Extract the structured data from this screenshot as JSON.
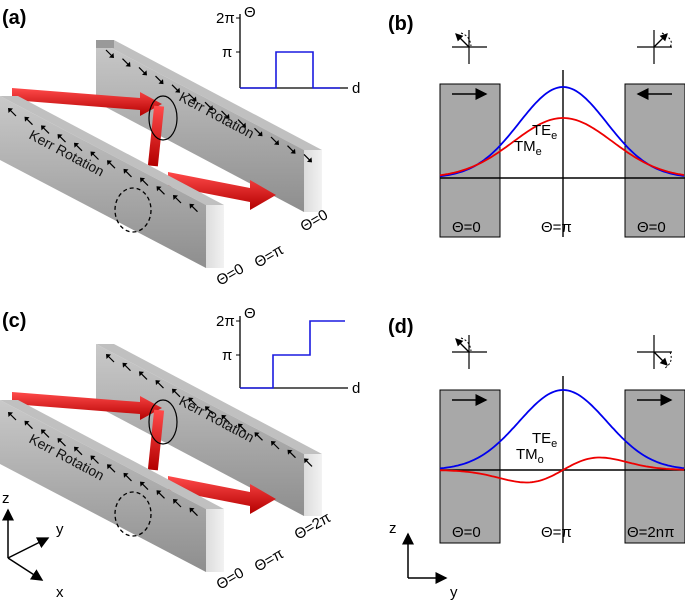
{
  "panels": {
    "a": {
      "label": "(a)",
      "kerr_front": "Kerr Rotation",
      "kerr_back": "Kerr Rotation",
      "inset": {
        "ylabel": "Θ",
        "xlabel": "d",
        "tick_top": "2π",
        "tick_mid": "π"
      },
      "theta_labels": [
        "Θ=0",
        "Θ=π",
        "Θ=0"
      ]
    },
    "b": {
      "label": "(b)",
      "curve_blue": "TE",
      "curve_blue_sub": "e",
      "curve_red": "TM",
      "curve_red_sub": "e",
      "theta_labels": [
        "Θ=0",
        "Θ=π",
        "Θ=0"
      ]
    },
    "c": {
      "label": "(c)",
      "kerr_front": "Kerr Rotation",
      "kerr_back": "Kerr Rotation",
      "inset": {
        "ylabel": "Θ",
        "xlabel": "d",
        "tick_top": "2π",
        "tick_mid": "π"
      },
      "theta_labels": [
        "Θ=0",
        "Θ=π",
        "Θ=2π"
      ],
      "axes": {
        "z": "z",
        "y": "y",
        "x": "x"
      }
    },
    "d": {
      "label": "(d)",
      "curve_blue": "TE",
      "curve_blue_sub": "e",
      "curve_red": "TM",
      "curve_red_sub": "o",
      "theta_labels": [
        "Θ=0",
        "Θ=π",
        "Θ=2nπ"
      ],
      "axes": {
        "z": "z",
        "y": "y"
      }
    }
  },
  "colors": {
    "blue": "#0000ee",
    "red": "#ee0000",
    "slab": "#a8a8a8",
    "waveguide_gray": "#b4b4b4"
  }
}
